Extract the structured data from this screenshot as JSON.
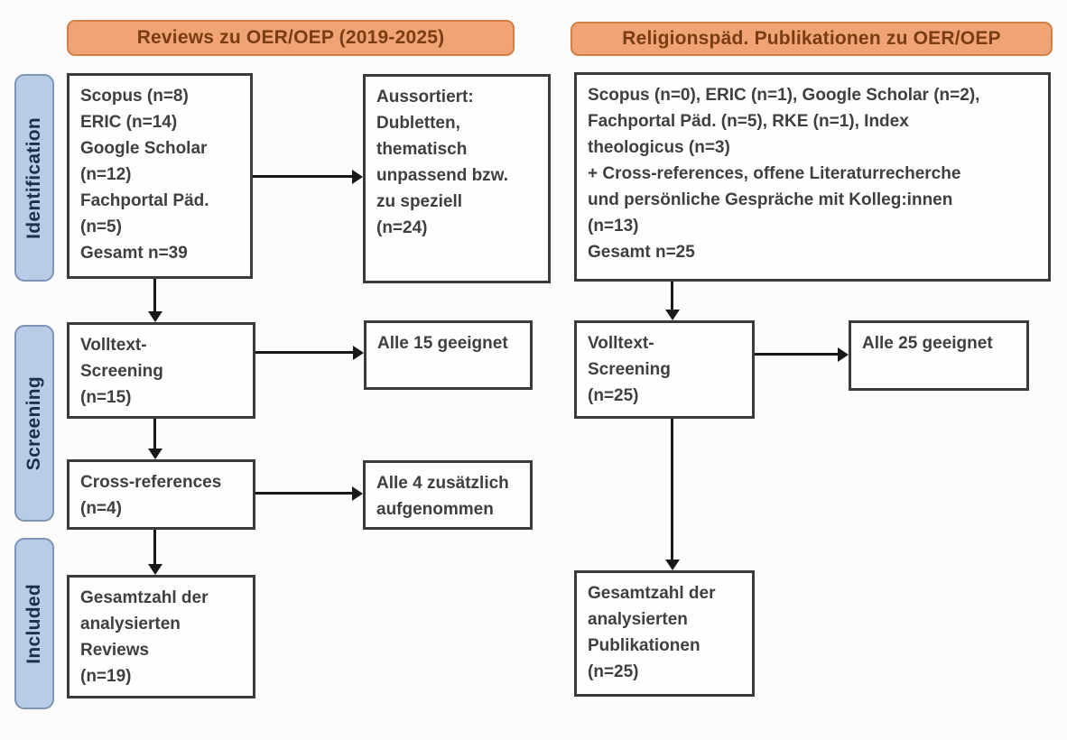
{
  "headers": {
    "left": "Reviews zu OER/OEP (2019-2025)",
    "right": "Religionspäd. Publikationen zu OER/OEP"
  },
  "stage_labels": [
    "Identification",
    "Screening",
    "Included"
  ],
  "boxes": {
    "reviews_sources": "Scopus (n=8)\nERIC (n=14)\nGoogle Scholar\n(n=12)\nFachportal Päd.\n(n=5)\nGesamt n=39",
    "reviews_excluded": "Aussortiert:\nDubletten,\nthematisch\nunpassend bzw.\nzu speziell\n(n=24)",
    "reviews_fulltext": "Volltext-\nScreening\n(n=15)",
    "reviews_eligible": "Alle 15 geeignet",
    "reviews_crossref": "Cross-references\n(n=4)",
    "reviews_added": "Alle 4 zusätzlich\naufgenommen",
    "reviews_total": "Gesamtzahl der\nanalysierten\nReviews\n(n=19)",
    "relpaed_sources": "Scopus (n=0), ERIC (n=1), Google Scholar (n=2),\nFachportal Päd. (n=5), RKE (n=1), Index\ntheologicus (n=3)\n+ Cross-references, offene Literaturrecherche\nund persönliche Gespräche mit Kolleg:innen\n(n=13)\nGesamt n=25",
    "relpaed_fulltext": "Volltext-\nScreening\n(n=25)",
    "relpaed_eligible": "Alle 25 geeignet",
    "relpaed_total": "Gesamtzahl der\nanalysierten\nPublikationen\n(n=25)"
  },
  "colors": {
    "header_fill": "#f0a476",
    "header_border": "#cf8049",
    "header_text": "#7a3c12",
    "stage_fill": "#b9cce6",
    "stage_border": "#7d94b5",
    "stage_text": "#1d2f4e",
    "box_border": "#3b3b3b",
    "box_bg": "#fefefe",
    "box_text": "#3f3f3f",
    "arrow": "#191919",
    "background": "#fcfcfc"
  }
}
